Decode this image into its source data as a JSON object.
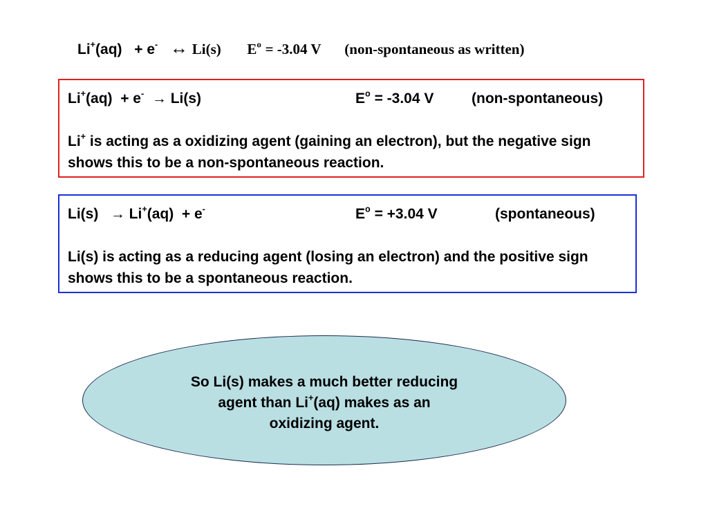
{
  "header": {
    "li": "Li",
    "plus_sup": "+",
    "aq": "(aq)",
    "plus_e": "+ e",
    "minus_sup": "-",
    "arrow": "↔",
    "product": "Li(s)",
    "e_symbol": "E",
    "o_sup": "o",
    "value": "= -3.04 V",
    "note": "(non-spontaneous as written)"
  },
  "red_box": {
    "li": "Li",
    "plus_sup": "+",
    "aq": "(aq)",
    "plus_e": "+ e",
    "minus_sup": "-",
    "arrow_product": "→ Li(s)",
    "e_symbol": "E",
    "o_sup": "o",
    "value": "= -3.04 V",
    "note": "(non-spontaneous)",
    "desc_li": "Li",
    "desc_sup": "+",
    "desc_text": "is acting as a oxidizing agent (gaining an electron), but the negative sign shows this to be a non-spontaneous reaction.",
    "border_color": "#e02020"
  },
  "blue_box": {
    "reactant": "Li(s)",
    "arrow_li": "→ Li",
    "plus_sup": "+",
    "aq": "(aq)",
    "plus_e": "+ e",
    "minus_sup": "-",
    "e_symbol": "E",
    "o_sup": "o",
    "value": "= +3.04 V",
    "note": "(spontaneous)",
    "desc_text": "Li(s) is acting as a reducing agent (losing an electron) and the positive sign shows this to be a spontaneous reaction.",
    "border_color": "#1a2fd6"
  },
  "oval": {
    "line1": "So Li(s) makes a much better reducing",
    "line2_pre": "agent than Li",
    "line2_sup": "+",
    "line2_post": "(aq) makes as an",
    "line3": "oxidizing agent.",
    "fill_color": "#b9dfe3"
  }
}
